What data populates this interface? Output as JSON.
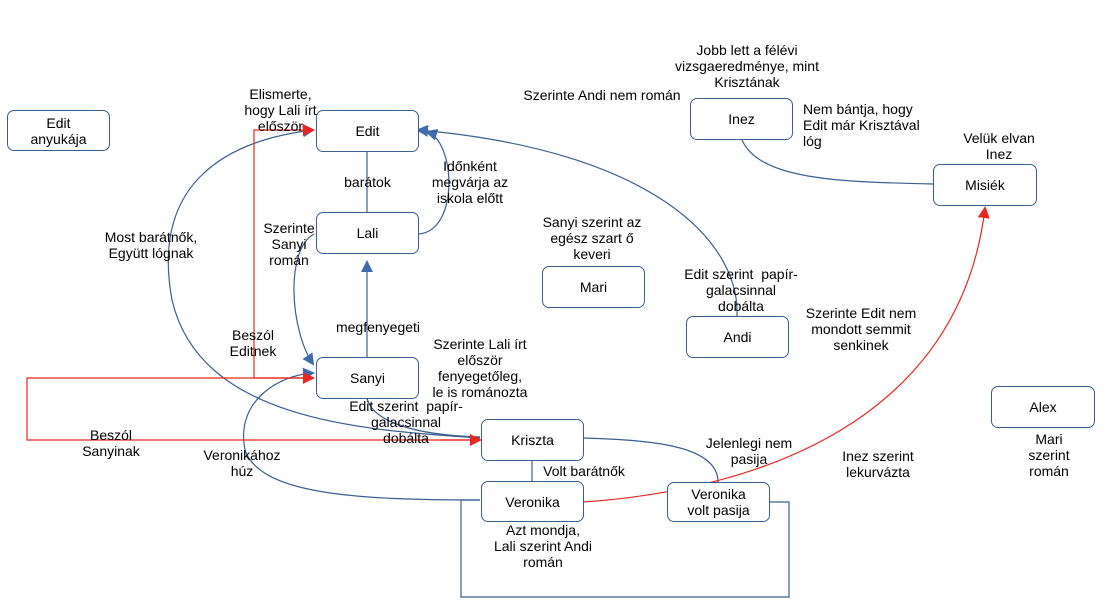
{
  "nodes": {
    "edit_anyukaja": "Edit\nanyukája",
    "edit": "Edit",
    "lali": "Lali",
    "sanyi": "Sanyi",
    "kriszta": "Kriszta",
    "veronika": "Veronika",
    "veronika_volt_pasija": "Veronika\nvolt pasija",
    "mari": "Mari",
    "andi": "Andi",
    "inez": "Inez",
    "misiek": "Misiék",
    "alex": "Alex"
  },
  "labels": {
    "elismerte": "Elismerte,\nhogy Lali írt\nelőször",
    "baratok": "barátok",
    "idonkent": "Időnként\nmegvárja az\niskola előtt",
    "szerinte_sanyi_roman": "Szerinte\nSanyi\nromán",
    "most_baratnok": "Most barátnők,\nEgyütt lógnak",
    "megfenyegeti": "megfenyegeti",
    "beszol_editnek": "Beszól\nEditnek",
    "szerinte_lali_irt": "Szerinte Lali írt\nelőször\nfenyegetőleg,\nle is románozta",
    "edit_szerint_papir_sanyi": "Edit szerint  papír-\ngalacsinnal\ndobálta",
    "beszol_sanyinak": "Beszól\nSanyinak",
    "veronikahoz_huz": "Veronikához\nhúz",
    "volt_baratnok": "Volt barátnők",
    "azt_mondja": "Azt mondja,\nLali szerint Andi\nromán",
    "jelenlegi_nem_pasija": "Jelenlegi nem\npasija",
    "inez_szerint": "Inez szerint\nlekurvázta",
    "sanyi_szerint_szart": "Sanyi szerint az\negész szart ő\nkeveri",
    "edit_szerint_papir_andi": "Edit szerint  papír-\ngalacsinnal\ndobálta",
    "szerinte_edit_nem": "Szerinte Edit nem\nmondott semmit\nsenkinek",
    "szerinte_andi_nem_roman": "Szerinte Andi nem román",
    "jobb_lett": "Jobb lett a félévi\nvizsgaeredménye, mint\nKrisztának",
    "nem_bantja": "Nem bántja, hogy\nEdit már Krisztával\nlóg",
    "veluk_elvan": "Velük elvan\nInez",
    "mari_szerint_roman": "Mari\nszerint\nromán"
  },
  "colors": {
    "blue": "#3a5f8f",
    "arrow_blue": "#3f6bb0",
    "red": "#e8261f"
  }
}
